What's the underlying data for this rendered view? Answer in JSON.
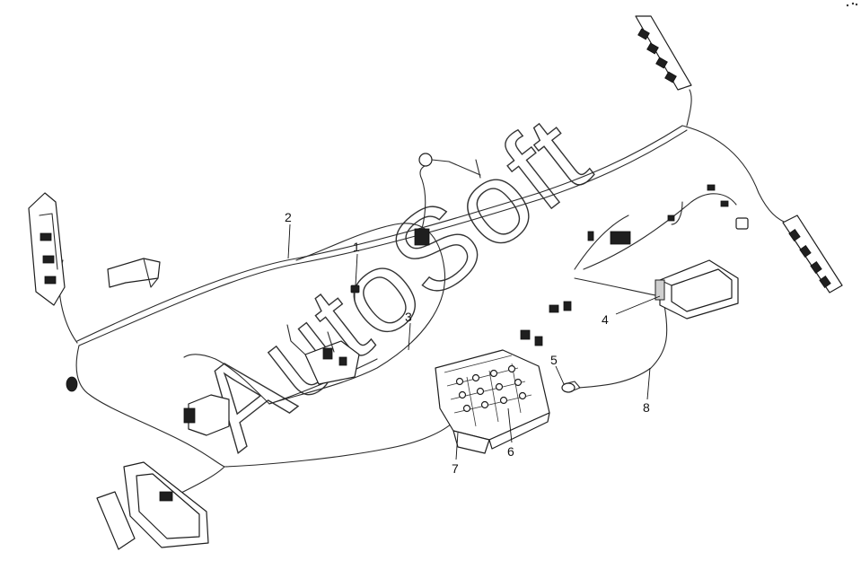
{
  "diagram": {
    "callouts": [
      "1",
      "2",
      "3",
      "4",
      "5",
      "6",
      "7",
      "8"
    ],
    "watermark": "AutoSoft"
  }
}
